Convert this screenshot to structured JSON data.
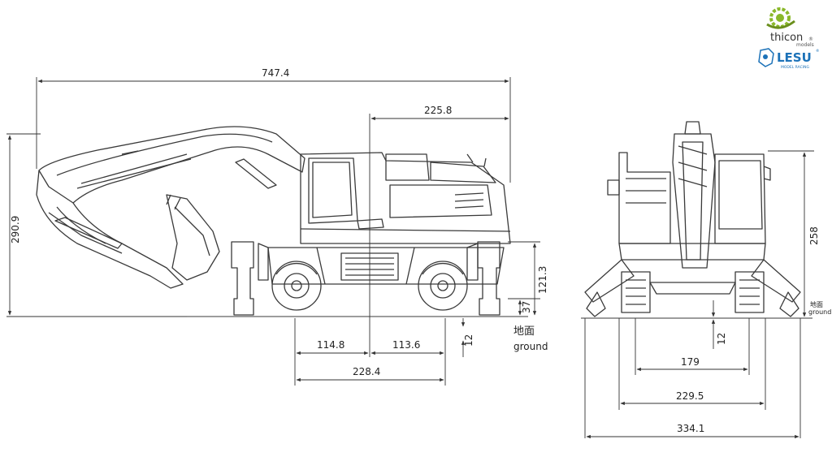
{
  "logos": {
    "thicon": {
      "name": "thicon",
      "sub": "models",
      "reg": "®"
    },
    "lesu": {
      "name": "LESU",
      "sub": "MODEL RACING",
      "reg": "®"
    }
  },
  "side_view": {
    "overall_length": "747.4",
    "cab_length": "225.8",
    "overall_height": "290.9",
    "frame_height": "121.3",
    "ground_clearance_outrigger": "37",
    "ground_offset": "12",
    "rear_axle_offset": "114.8",
    "front_axle_offset": "113.6",
    "wheelbase": "228.4",
    "ground_cn": "地面",
    "ground_en": "ground"
  },
  "front_view": {
    "height": "258",
    "ground_offset": "12",
    "track_inner": "179",
    "track_outer": "229.5",
    "outrigger_width": "334.1",
    "ground_cn": "地面",
    "ground_en": "ground"
  },
  "colors": {
    "line": "#3a3a3a",
    "thicon_green": "#8ab82a",
    "lesu_blue": "#1c72b8"
  }
}
